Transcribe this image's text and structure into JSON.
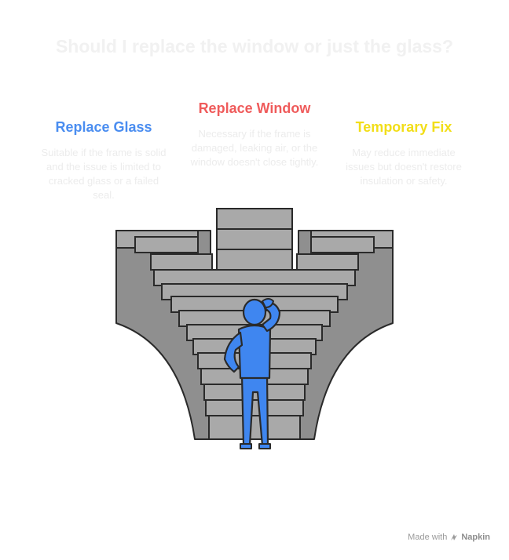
{
  "title": "Should I replace the window or just the glass?",
  "options": [
    {
      "id": "glass",
      "title": "Replace Glass",
      "description": "Suitable if the frame is solid and the issue is limited to cracked glass or a failed seal.",
      "color": "#4a8df0"
    },
    {
      "id": "window",
      "title": "Replace Window",
      "description": "Necessary if the frame is damaged, leaking air, or the window doesn't close tightly.",
      "color": "#ef5b5b"
    },
    {
      "id": "fix",
      "title": "Temporary Fix",
      "description": "May reduce immediate issues but doesn't restore insulation or safety.",
      "color": "#f2de18"
    }
  ],
  "colors": {
    "stone": "#a9a9a9",
    "stone_dark": "#8f8f8f",
    "outline": "#2a2a2a",
    "person": "#3f86f0"
  },
  "footer": {
    "made_with": "Made with",
    "brand": "Napkin"
  }
}
